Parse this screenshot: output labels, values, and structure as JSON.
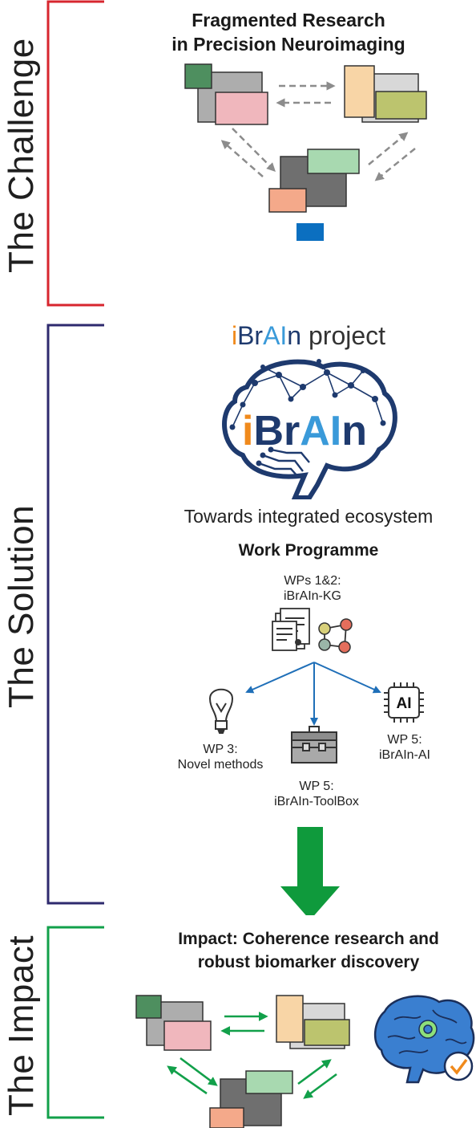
{
  "sections": {
    "challenge_label": "The Challenge",
    "solution_label": "The Solution",
    "impact_label": "The Impact"
  },
  "challenge": {
    "title_line1": "Fragmented Research",
    "title_line2": "in Precision Neuroimaging"
  },
  "solution": {
    "project_prefix_i": "i",
    "project_prefix_br": "Br",
    "project_prefix_ai": "AI",
    "project_prefix_n": "n",
    "project_suffix": " project",
    "logo_text_i": "i",
    "logo_text_br": "Br",
    "logo_text_ai": "AI",
    "logo_text_n": "n",
    "tagline": "Towards integrated ecosystem",
    "work_programme_title": "Work Programme",
    "wp_kg_line1": "WPs 1&2:",
    "wp_kg_line2": "iBrAIn-KG",
    "wp3_line1": "WP 3:",
    "wp3_line2": "Novel methods",
    "wp5_toolbox_line1": "WP 5:",
    "wp5_toolbox_line2": "iBrAIn-ToolBox",
    "wp5_ai_line1": "WP 5:",
    "wp5_ai_line2": "iBrAIn-AI",
    "ai_chip_text": "AI"
  },
  "impact": {
    "title_line1": "Impact: Coherence research and",
    "title_line2": "robust biomarker discovery"
  },
  "colors": {
    "challenge_bracket": "#d7262e",
    "solution_bracket": "#2e2a6e",
    "impact_bracket": "#12a04a",
    "blue_arrow": "#0b6fc0",
    "green_arrow": "#0f9a3c",
    "logo_navy": "#1e3a6e",
    "logo_orange": "#f08a1c",
    "logo_blue": "#3a9ad9"
  }
}
